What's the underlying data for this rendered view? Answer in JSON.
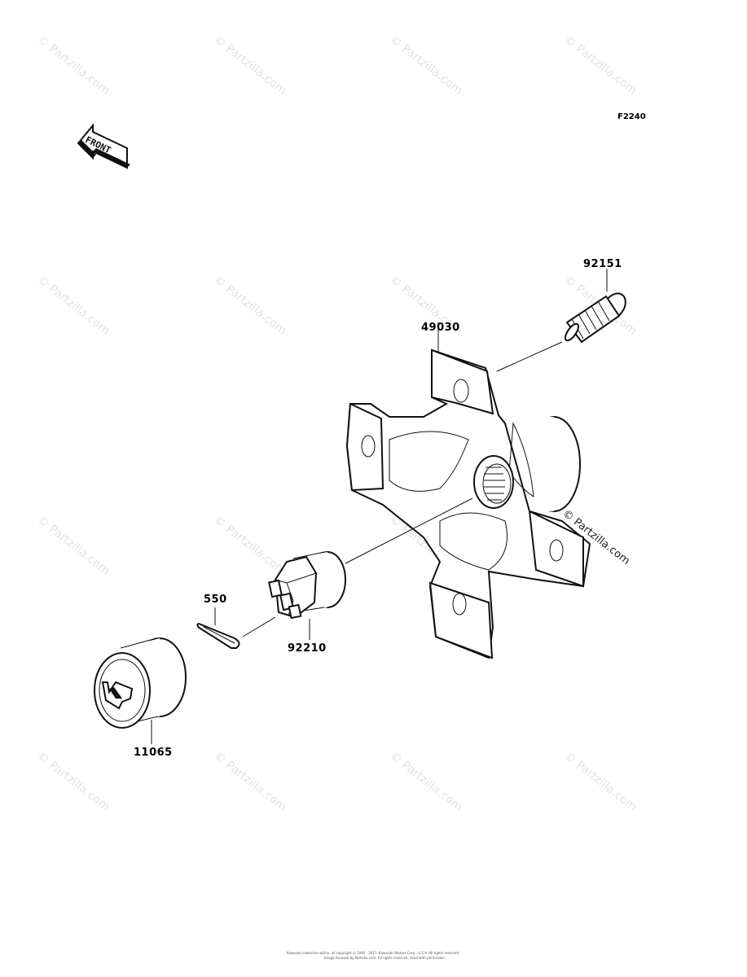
{
  "diagram": {
    "code": "F2240",
    "front_label": "FRONT",
    "parts": [
      {
        "number": "92151",
        "name": "stud"
      },
      {
        "number": "49030",
        "name": "hub"
      },
      {
        "number": "550",
        "name": "cotter-pin"
      },
      {
        "number": "92210",
        "name": "castle-nut"
      },
      {
        "number": "11065",
        "name": "hub-cap"
      }
    ],
    "watermark": "© Partzilla.com",
    "copyright_line1": "Kawasaki materials within, all copyright © 1995 - 2017, Kawasaki Motors Corp., U.S.A. All rights reserved.",
    "copyright_line2": "Image licensed by Partzilla.com. All rights reserved. Used with permission."
  }
}
